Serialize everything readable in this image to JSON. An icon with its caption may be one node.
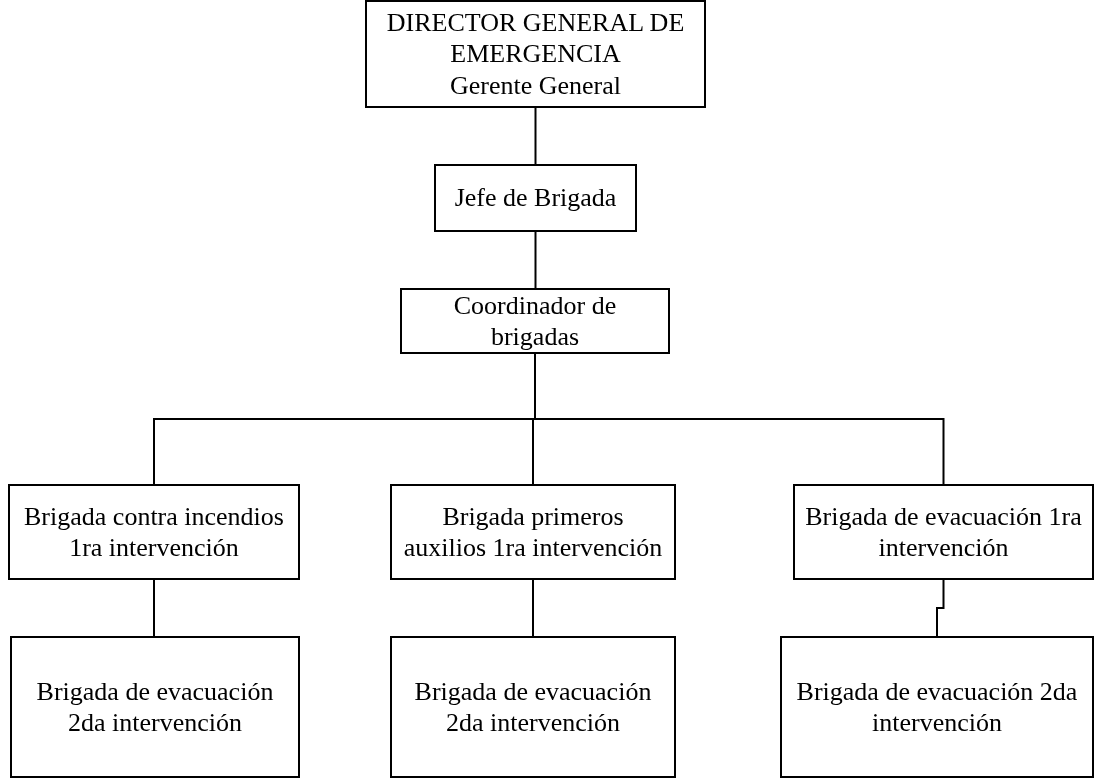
{
  "diagram": {
    "nodes": [
      {
        "text": [
          "DIRECTOR GENERAL DE EMERGENCIA",
          "Gerente General"
        ]
      },
      {
        "text": [
          "Jefe de Brigada"
        ]
      },
      {
        "text": [
          "Coordinador de brigadas"
        ]
      },
      {
        "text": [
          "Brigada contra incendios 1ra intervención"
        ]
      },
      {
        "text": [
          "Brigada primeros auxilios 1ra intervención"
        ]
      },
      {
        "text": [
          "Brigada de evacuación 1ra intervención"
        ]
      },
      {
        "text": [
          "Brigada de evacuación 2da intervención"
        ]
      },
      {
        "text": [
          "Brigada de evacuación 2da intervención"
        ]
      },
      {
        "text": [
          "Brigada de evacuación 2da intervención"
        ]
      }
    ],
    "edges": [
      {
        "from": 0,
        "to": 1,
        "arrow": "none"
      },
      {
        "from": 1,
        "to": 2,
        "arrow": "none"
      },
      {
        "from": 2,
        "to": 3,
        "arrow": "none"
      },
      {
        "from": 2,
        "to": 4,
        "arrow": "none"
      },
      {
        "from": 2,
        "to": 5,
        "arrow": "none"
      },
      {
        "from": 3,
        "to": 6,
        "arrow": "none"
      },
      {
        "from": 4,
        "to": 7,
        "arrow": "none"
      },
      {
        "from": 5,
        "to": 8,
        "arrow": "none"
      }
    ]
  }
}
